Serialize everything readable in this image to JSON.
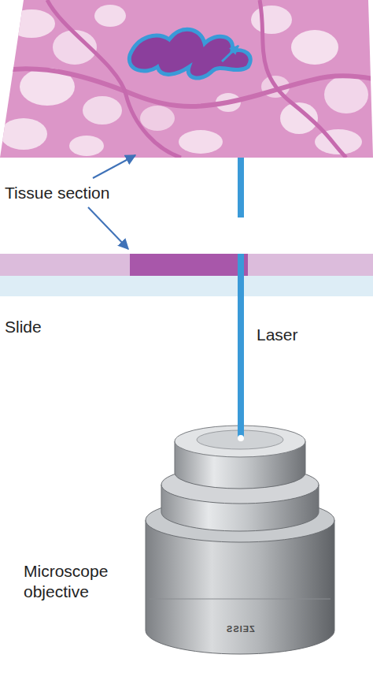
{
  "diagram": {
    "labels": [
      "Tissue section",
      "Slide",
      "Laser",
      "Microscope objective",
      "ZEISS"
    ]
  }
}
